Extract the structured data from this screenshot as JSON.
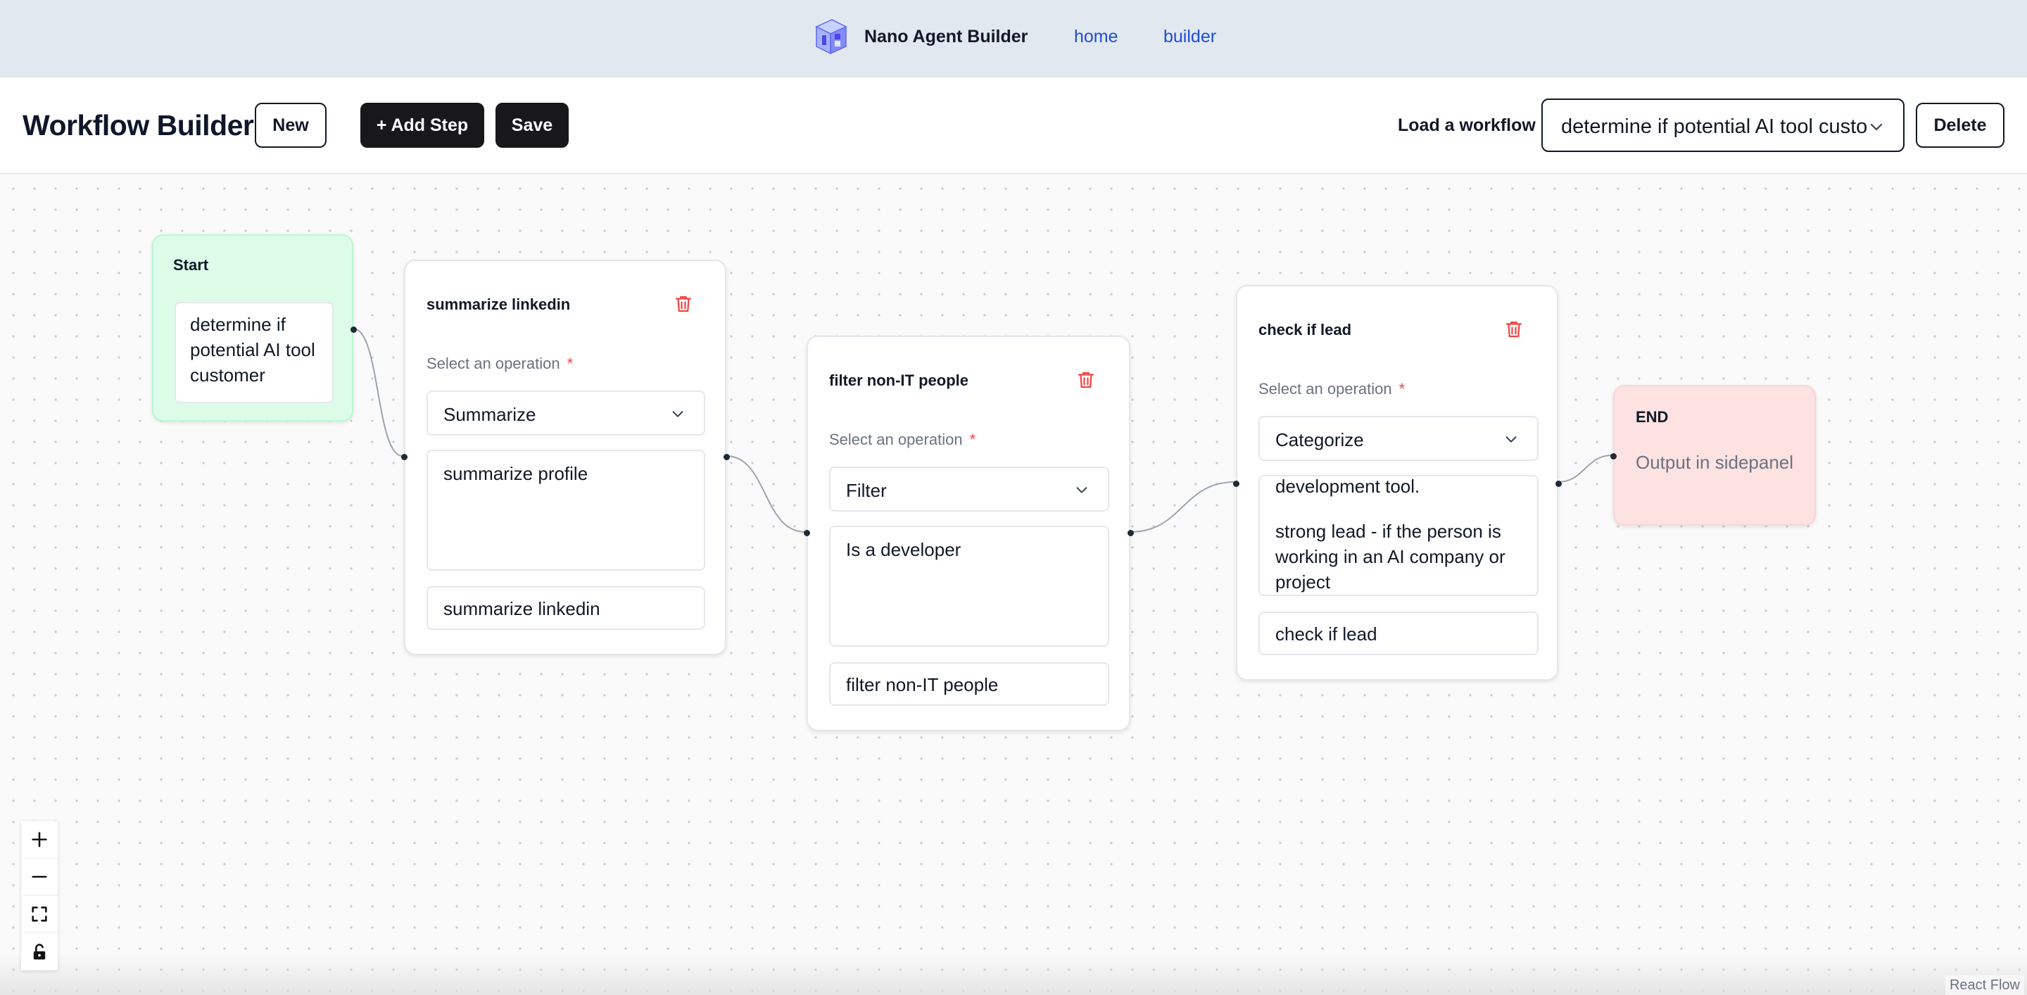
{
  "nav": {
    "brand": "Nano Agent Builder",
    "links": [
      "home",
      "builder"
    ]
  },
  "toolbar": {
    "title": "Workflow Builder",
    "new_label": "New",
    "add_step_label": "+ Add Step",
    "save_label": "Save",
    "load_label": "Load a workflow",
    "load_value": "determine if potential AI tool customer",
    "delete_label": "Delete"
  },
  "nodes": {
    "start": {
      "title": "Start",
      "text": "determine if potential AI tool customer"
    },
    "summarize": {
      "title": "summarize linkedin",
      "op_label": "Select an operation",
      "required_mark": "*",
      "operation": "Summarize",
      "prompt": "summarize profile",
      "name": "summarize linkedin"
    },
    "filter": {
      "title": "filter non-IT people",
      "op_label": "Select an operation",
      "required_mark": "*",
      "operation": "Filter",
      "prompt": "Is a developer",
      "name": "filter non-IT people"
    },
    "lead": {
      "title": "check if lead",
      "op_label": "Select an operation",
      "required_mark": "*",
      "operation": "Categorize",
      "prompt_line1": "development tool.",
      "prompt_line2": "strong lead - if the person is working in an AI company or project",
      "name": "check if lead"
    },
    "end": {
      "title": "END",
      "text": "Output in sidepanel"
    }
  },
  "colors": {
    "nav_bg": "#e2e8f0",
    "start_bg": "#dcfce7",
    "end_bg": "#fde2e2",
    "danger": "#ef4444",
    "link": "#1d4ed8"
  },
  "attribution": "React Flow"
}
